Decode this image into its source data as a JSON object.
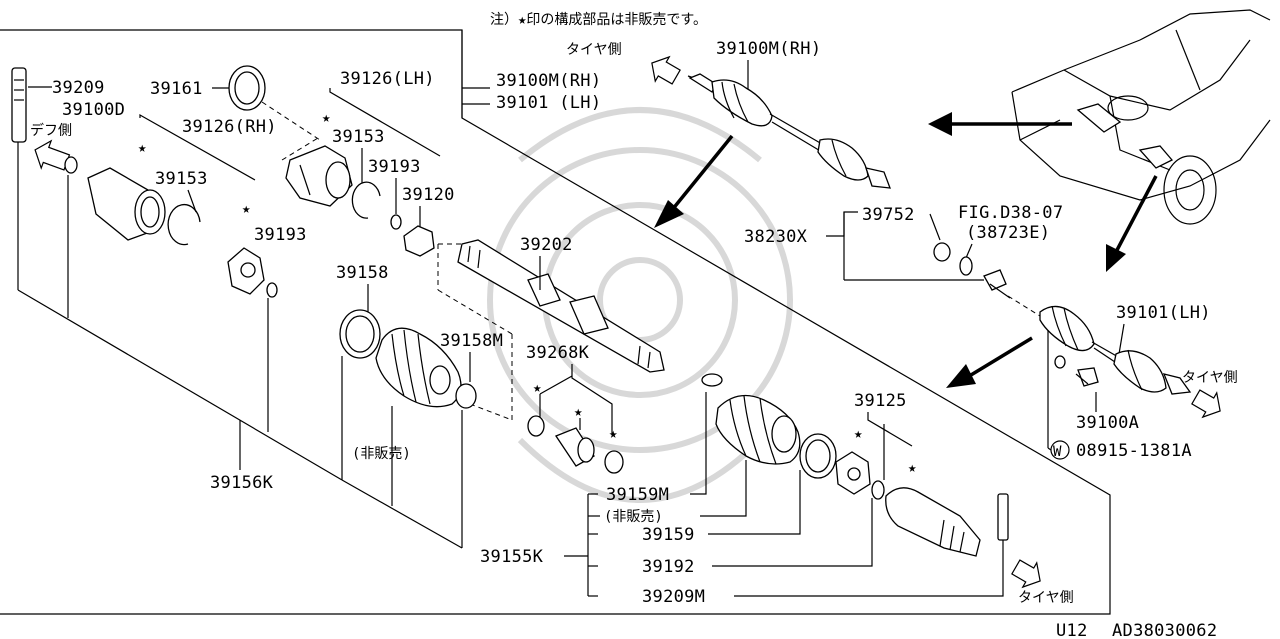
{
  "note": "注）★印の構成部品は非販売です。",
  "labels": {
    "p39209": "39209",
    "p39100D": "39100D",
    "p39161": "39161",
    "p39126LH": "39126(LH)",
    "p39100M_RH_a": "39100M(RH)",
    "p39101_LH_a": "39101 (LH)",
    "p39126RH": "39126(RH)",
    "p39153a": "39153",
    "p39153b": "39153",
    "p39193a": "39193",
    "p39193b": "39193",
    "p39120": "39120",
    "p39202": "39202",
    "p39158": "39158",
    "p39158M": "39158M",
    "p39268K": "39268K",
    "p39156K": "39156K",
    "p39159M": "39159M",
    "p39159": "39159",
    "p39155K": "39155K",
    "p39192": "39192",
    "p39209M": "39209M",
    "p39125": "39125",
    "p39100M_RH_b": "39100M(RH)",
    "p39752": "39752",
    "figref": "FIG.D38-07",
    "p38723E": "(38723E)",
    "p38230X": "38230X",
    "p39101_LH_b": "39101(LH)",
    "p39100A": "39100A",
    "p08915": "08915-1381A",
    "washer_mark": "W"
  },
  "captions": {
    "diff_side": "デフ側",
    "tire_side_top": "タイヤ側",
    "tire_side_right": "タイヤ側",
    "tire_side_bottom": "タイヤ側",
    "not_sold_a": "(非販売)",
    "not_sold_b": "(非販売)"
  },
  "footer": {
    "model": "U12",
    "code": "AD38030062"
  },
  "symbols": {
    "star": "★"
  }
}
